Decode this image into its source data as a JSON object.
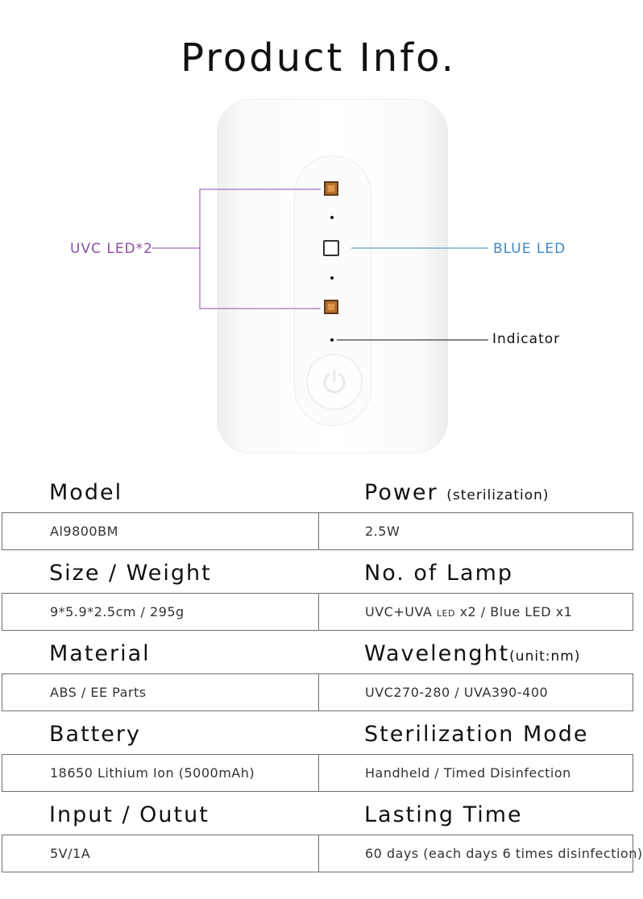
{
  "title": "Product Info.",
  "callouts": {
    "uvc": "UVC LED*2",
    "blue": "BLUE LED",
    "indicator": "Indicator"
  },
  "specs": [
    {
      "left_label": "Model",
      "left_value": "Al9800BM",
      "right_label": "Power",
      "right_sub": "(sterilization)",
      "right_value": "2.5W"
    },
    {
      "left_label": "Size / Weight",
      "left_value": "9*5.9*2.5cm / 295g",
      "right_label": "No. of Lamp",
      "right_value_a": "UVC+UVA",
      "right_value_b": "LED",
      "right_value_c": "x2 / Blue LED x1"
    },
    {
      "left_label": "Material",
      "left_value": "ABS / EE Parts",
      "right_label": "Wavelenght",
      "right_sub": "(unit:nm)",
      "right_value": "UVC270-280 / UVA390-400"
    },
    {
      "left_label": "Battery",
      "left_value": "18650 Lithium Ion (5000mAh)",
      "right_label": "Sterilization Mode",
      "right_value": "Handheld / Timed Disinfection"
    },
    {
      "left_label": "Input / Outut",
      "left_value": "5V/1A",
      "right_label": "Lasting Time",
      "right_value": "60 days (each days 6 times disinfection)"
    }
  ],
  "colors": {
    "uvc": "#8a4fa0",
    "blue": "#3d8ac2"
  },
  "icons": [
    "power-icon"
  ]
}
